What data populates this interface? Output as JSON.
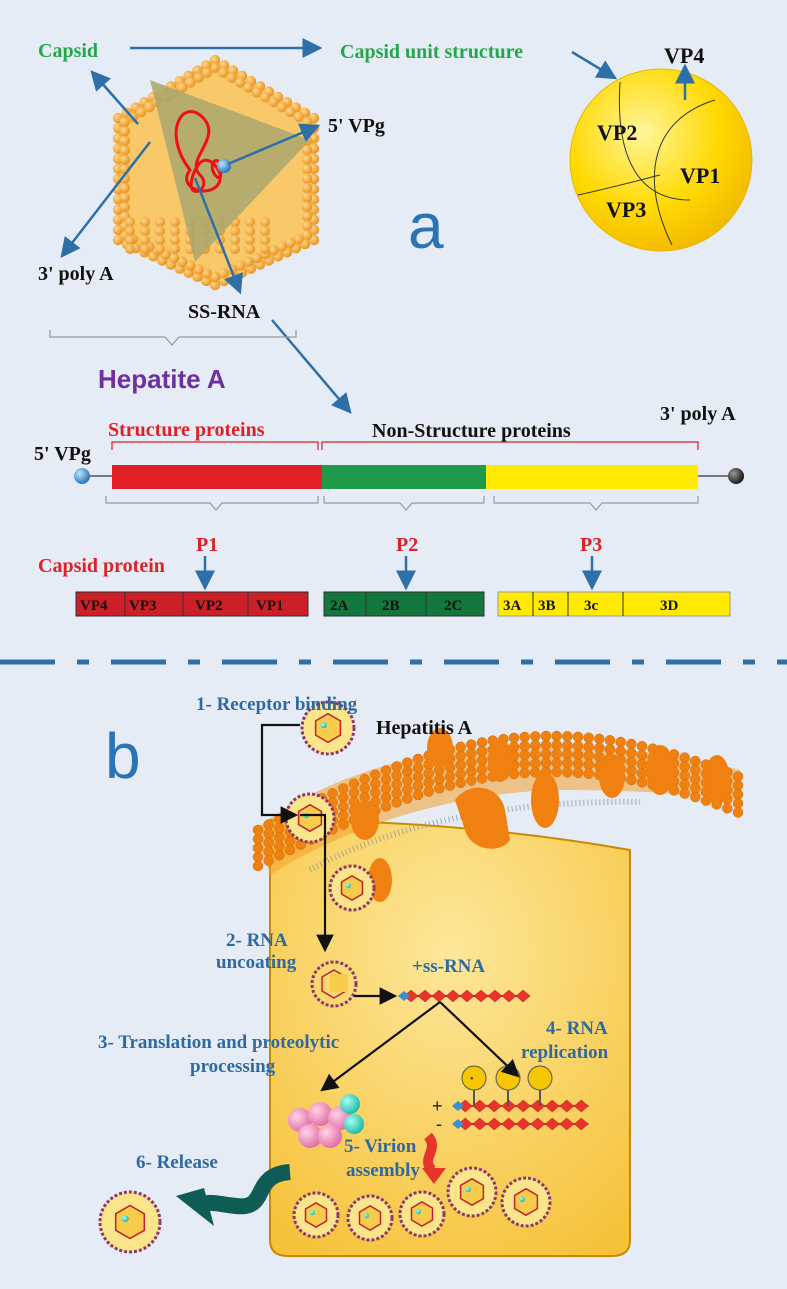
{
  "panel_a": {
    "letter": "a",
    "capsid_label": "Capsid",
    "capsid_unit_label": "Capsid unit structure",
    "vpg_label": "5' VPg",
    "polya_label": "3' poly A",
    "ssrna_label": "SS-RNA",
    "virus_name": "Hepatite A",
    "capsid_unit": {
      "vp4": "VP4",
      "vp2": "VP2",
      "vp1": "VP1",
      "vp3": "VP3"
    },
    "genome": {
      "left_label": "5' VPg",
      "right_label": "3' poly A",
      "structure_label": "Structure proteins",
      "nonstructure_label": "Non-Structure proteins",
      "segments": [
        {
          "id": "p1",
          "color": "#e01f26"
        },
        {
          "id": "p2",
          "color": "#1f9a4b"
        },
        {
          "id": "p3",
          "color": "#ffea00"
        }
      ]
    },
    "polyproteins": {
      "p1": "P1",
      "p2": "P2",
      "p3": "P3",
      "capsid_protein_label": "Capsid protein",
      "p1_cells": [
        "VP4",
        "VP3",
        "VP2",
        "VP1"
      ],
      "p2_cells": [
        "2A",
        "2B",
        "2C"
      ],
      "p3_cells": [
        "3A",
        "3B",
        "3c",
        "3D"
      ]
    }
  },
  "panel_b": {
    "letter": "b",
    "virus_label": "Hepatitis A",
    "step1": "1- Receptor binding",
    "step2_line1": "2- RNA",
    "step2_line2": "uncoating",
    "ssrna_label": "+ss-RNA",
    "step3_line1": "3- Translation and proteolytic",
    "step3_line2": "processing",
    "step4_line1": "4- RNA",
    "step4_line2": "replication",
    "plus_sign": "+",
    "minus_sign": "-",
    "step5_line1": "5- Virion",
    "step5_line2": "assembly",
    "step6": "6- Release"
  },
  "colors": {
    "background": "#e6ecf6",
    "arrow": "#2e6fa8",
    "capsomere": "#f5a623",
    "membrane": "#f28c1e",
    "cell": "#f7cc4a",
    "rna_red": "#e8352b",
    "green_label": "#22a84a",
    "red_label": "#e01f26",
    "purple_label": "#7030a0",
    "release_arrow": "#0f5c57"
  }
}
